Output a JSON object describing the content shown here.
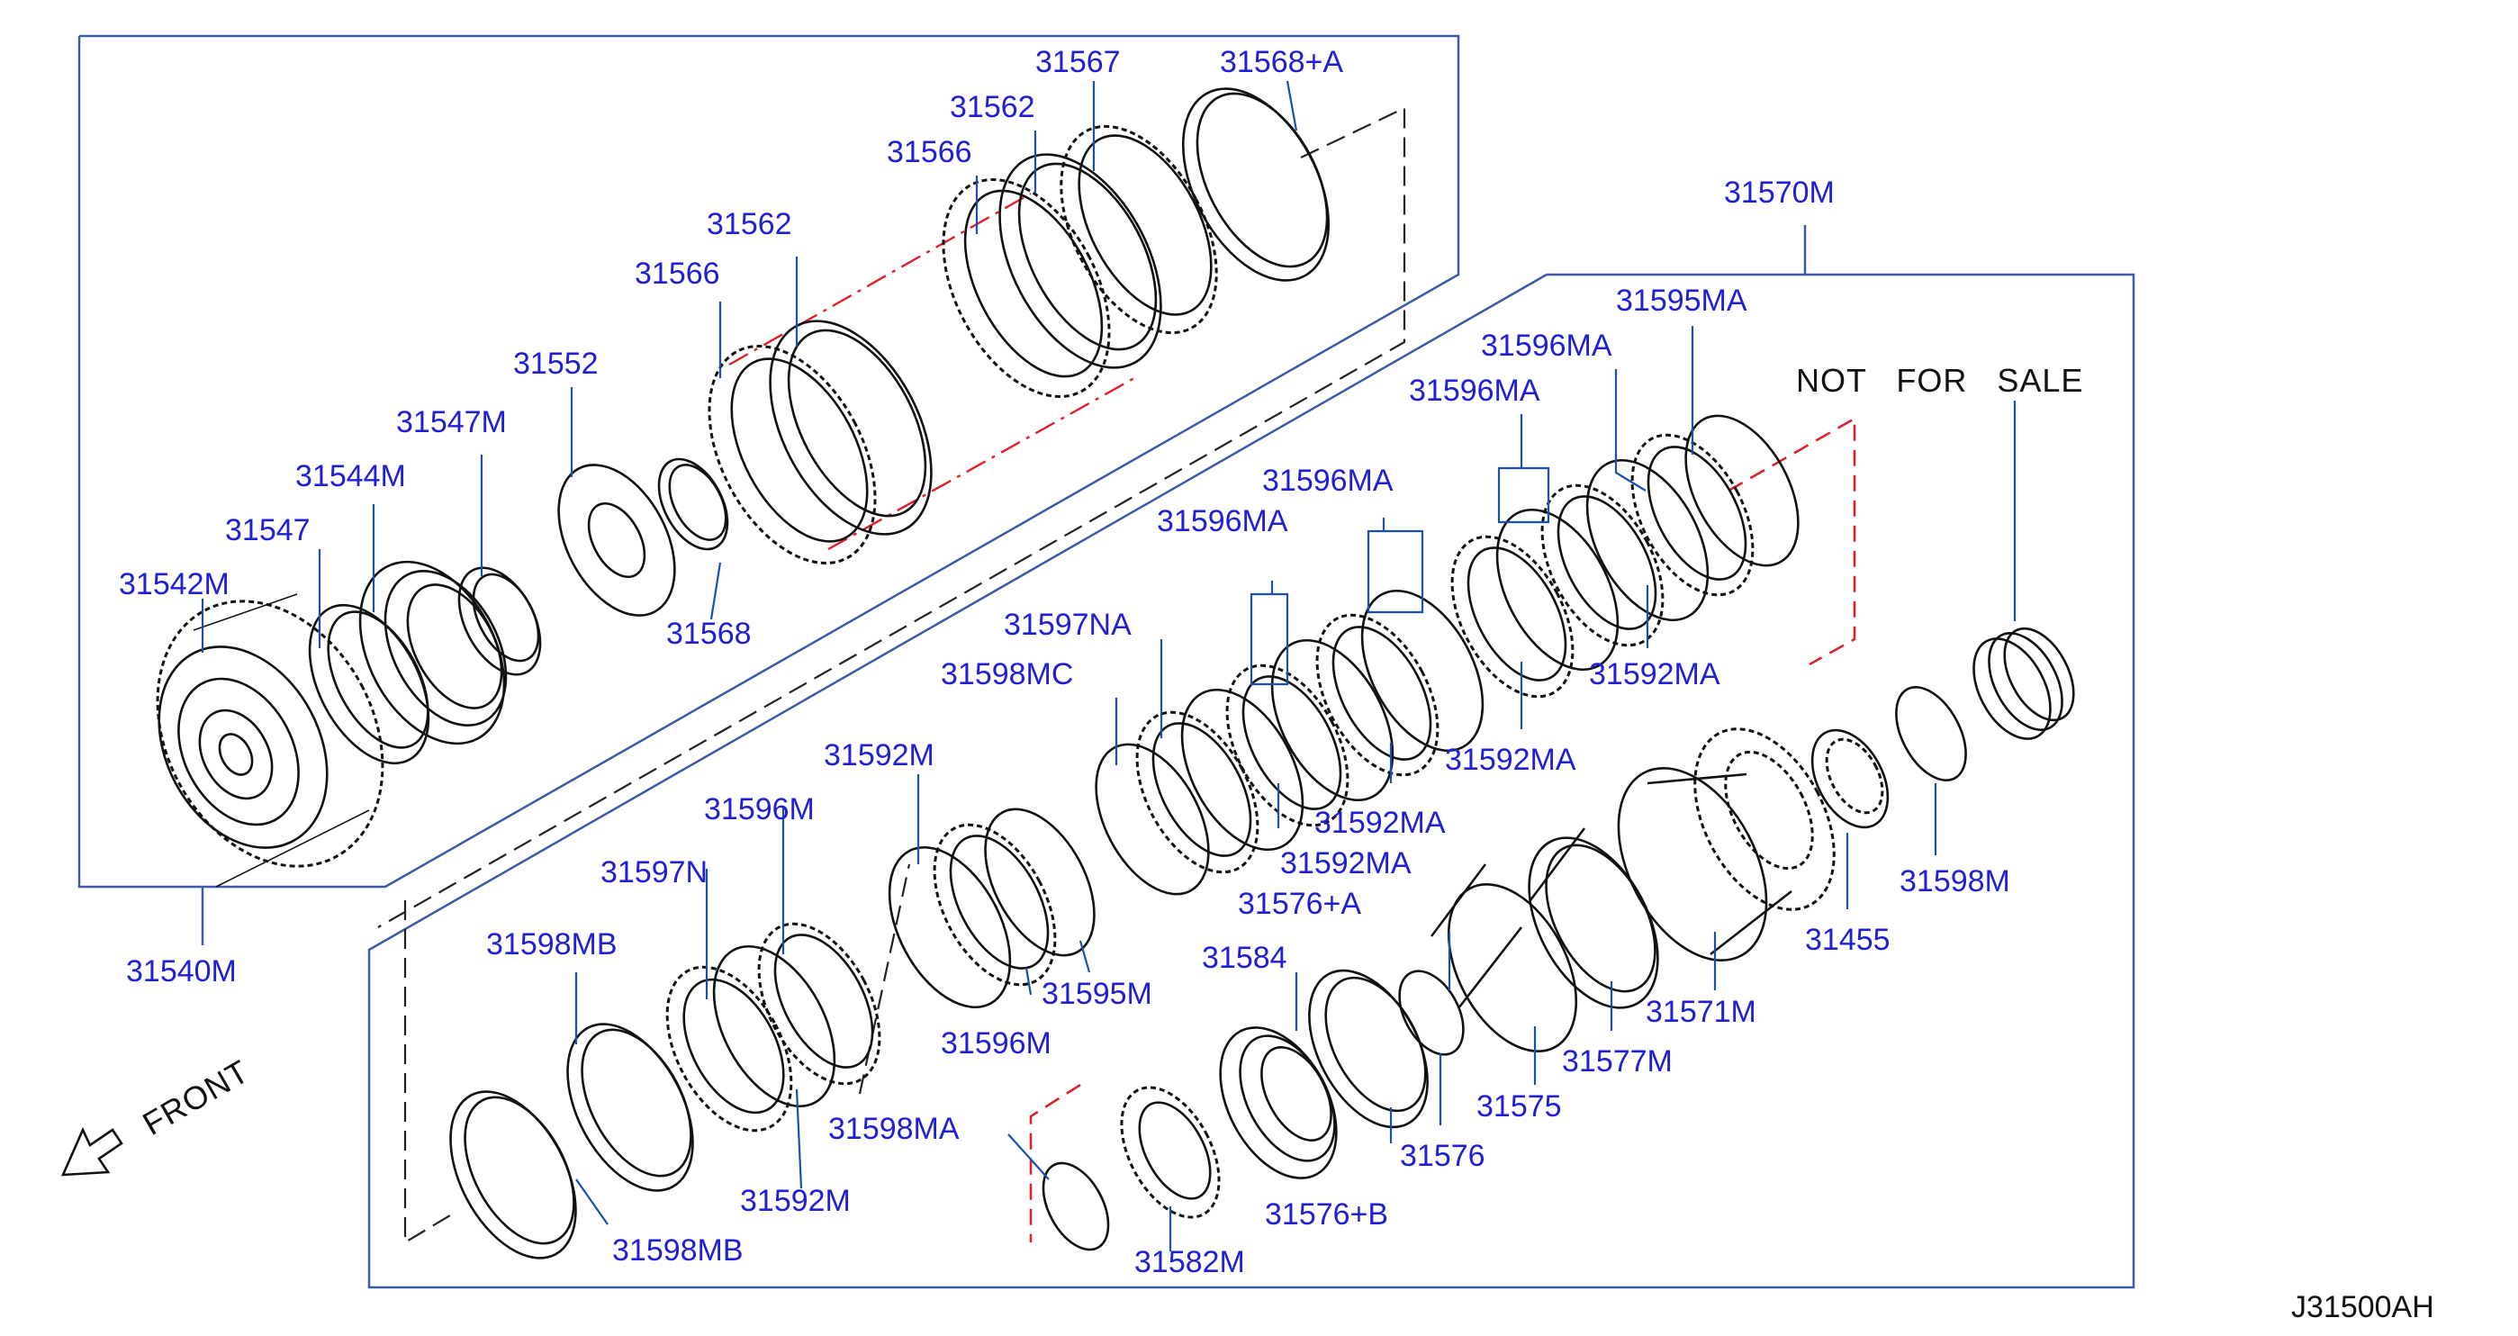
{
  "figure_code": "J31500AH",
  "not_for_sale": "NOT   FOR   SALE",
  "front_label": "FRONT",
  "parts": {
    "p31567": "31567",
    "p31568a": "31568+A",
    "p31562_top": "31562",
    "p31566_top": "31566",
    "p31562_mid": "31562",
    "p31566_mid": "31566",
    "p31552": "31552",
    "p31547m": "31547M",
    "p31544m": "31544M",
    "p31547": "31547",
    "p31542m": "31542M",
    "p31568": "31568",
    "p31540m": "31540M",
    "p31570m": "31570M",
    "p31595ma": "31595MA",
    "p31596ma_1": "31596MA",
    "p31596ma_2": "31596MA",
    "p31596ma_3": "31596MA",
    "p31596ma_4": "31596MA",
    "p31597na": "31597NA",
    "p31598mc": "31598MC",
    "p31592m_top": "31592M",
    "p31592ma_1": "31592MA",
    "p31592ma_2": "31592MA",
    "p31592ma_3": "31592MA",
    "p31592ma_4": "31592MA",
    "p31596m_top": "31596M",
    "p31597n": "31597N",
    "p31598mb_top": "31598MB",
    "p31595m": "31595M",
    "p31596m_low": "31596M",
    "p31598ma": "31598MA",
    "p31592m_low": "31592M",
    "p31598mb_low": "31598MB",
    "p31576a": "31576+A",
    "p31584": "31584",
    "p31575": "31575",
    "p31576": "31576",
    "p31576b": "31576+B",
    "p31582m": "31582M",
    "p31577m": "31577M",
    "p31571m": "31571M",
    "p31455": "31455",
    "p31598m": "31598M"
  }
}
